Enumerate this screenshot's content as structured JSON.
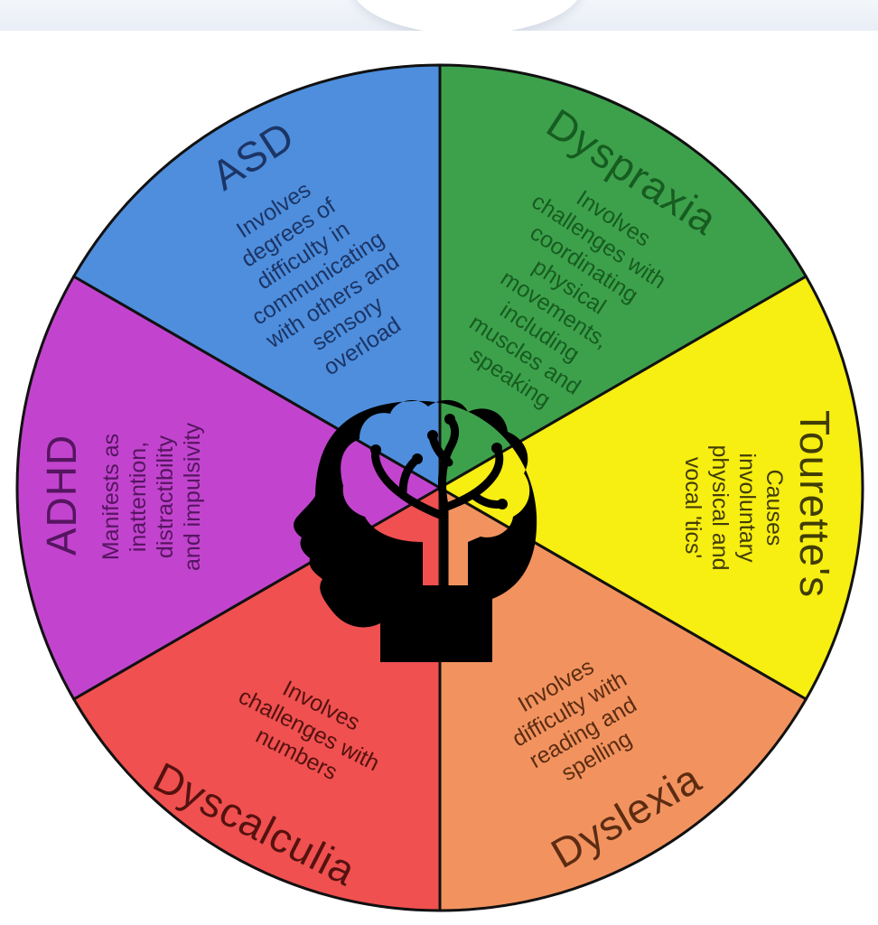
{
  "page": {
    "background": "#ffffff",
    "header_strip_color": "#edf1f8"
  },
  "wheel": {
    "center_icon": "head-brain-icon",
    "outline_color": "#111111",
    "segments": [
      {
        "id": "asd",
        "title": "ASD",
        "description": "Involves\ndegrees of\ndifficulty in\ncommunicating\nwith others and\nsensory\noverload",
        "color": "#4e8edd",
        "text_color": "#1c3566"
      },
      {
        "id": "dyspraxia",
        "title": "Dyspraxia",
        "description": "Involves\nchallenges with\ncoordinating\nphysical\nmovements,\nincluding\nmuscles and\nspeaking",
        "color": "#3da14c",
        "text_color": "#175c20"
      },
      {
        "id": "tourettes",
        "title": "Tourette's",
        "description": "Causes\ninvoluntary\nphysical and\nvocal 'tics'",
        "color": "#f7ee12",
        "text_color": "#413d06"
      },
      {
        "id": "dyslexia",
        "title": "Dyslexia",
        "description": "Involves\ndifficulty with\nreading and\nspelling",
        "color": "#f2935f",
        "text_color": "#5c2c12"
      },
      {
        "id": "dyscalculia",
        "title": "Dyscalculia",
        "description": "Involves\nchallenges with\nnumbers",
        "color": "#f05050",
        "text_color": "#55120f"
      },
      {
        "id": "adhd",
        "title": "ADHD",
        "description": "Manifests as\ninattention,\ndistractibility\nand impulsivity",
        "color": "#c244ce",
        "text_color": "#551560"
      }
    ]
  }
}
